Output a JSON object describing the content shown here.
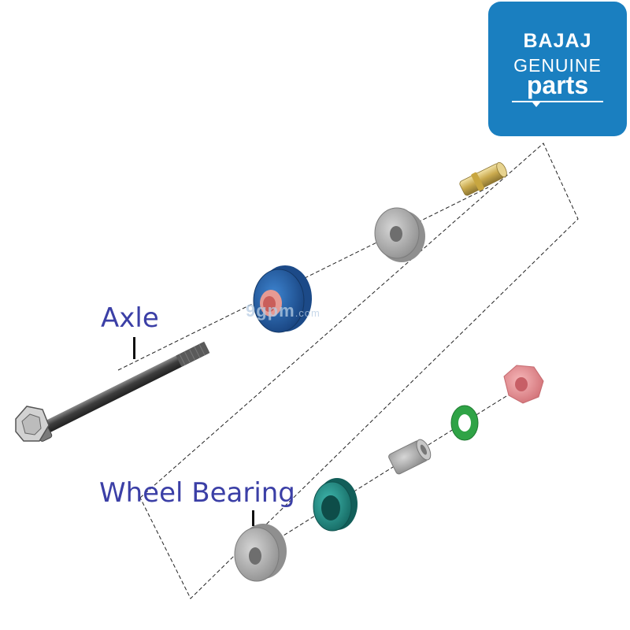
{
  "logo": {
    "brand": "BAJAJ",
    "line2": "GENUINE",
    "line3": "parts"
  },
  "labels": {
    "axle": "Axle",
    "wheel_bearing": "Wheel Bearing"
  },
  "watermark": {
    "main": "9gpm",
    "suffix": ".com"
  },
  "colors": {
    "logo_bg": "#1a7fc0",
    "label_text": "#3b3fa6",
    "bolt": "#4a4a4a",
    "spacer": "#a6a6a6",
    "blue_bearing": "#1f5fa8",
    "teal_seal": "#1e8f88",
    "green_washer": "#31b34a",
    "pink_nut": "#e8898d",
    "brass_fitting": "#d9c27a"
  },
  "parts": [
    "axle-bolt",
    "brass-fitting",
    "spacer-upper",
    "blue-bearing",
    "pink-nut",
    "green-washer",
    "sleeve",
    "teal-seal",
    "spacer-lower"
  ]
}
